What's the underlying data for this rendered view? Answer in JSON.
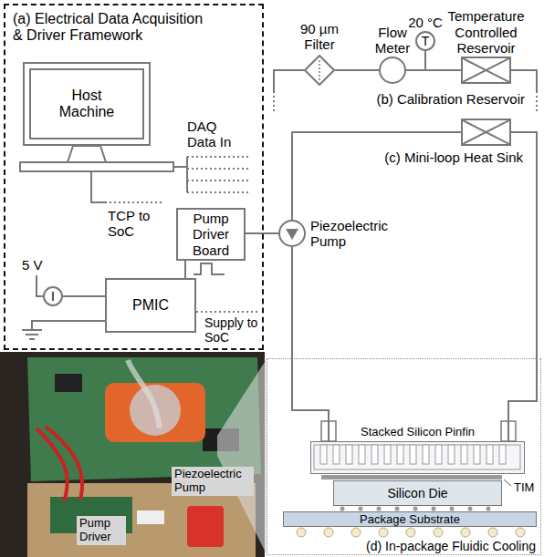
{
  "diagram": {
    "nodes": [
      {
        "text": [
          "(a) Electrical Data Acquisition & Driver Framework"
        ]
      },
      {
        "text": [
          "Host Machine"
        ],
        "in": 0
      },
      {
        "text": [
          "Pump Driver Board"
        ],
        "in": 0
      },
      {
        "text": [
          "PMIC"
        ],
        "in": 0
      },
      {
        "text": [
          "I"
        ],
        "in": 0
      },
      {
        "text": [
          "90 µm Filter"
        ]
      },
      {
        "text": [
          "Flow Meter"
        ]
      },
      {
        "text": [
          "T",
          "20 °C"
        ]
      },
      {
        "text": [
          "Temperature Controlled Reservoir"
        ]
      },
      {
        "text": [
          "(c) Mini-loop Heat Sink"
        ]
      },
      {
        "text": [
          "Piezoelectric Pump"
        ]
      },
      {
        "text": [
          "(d) In-package Fluidic Cooling"
        ]
      },
      {
        "text": [
          "Stacked Silicon Pinfin"
        ],
        "in": 11
      },
      {
        "text": [
          "Silicon Die"
        ],
        "in": 11
      },
      {
        "text": [
          "Package Substrate"
        ],
        "in": 11
      }
    ],
    "edges": [
      {
        "from": 5,
        "to": 6,
        "arrow": "none"
      },
      {
        "from": 6,
        "to": 8,
        "arrow": "none"
      },
      {
        "from": 4,
        "to": 3,
        "arrow": "none"
      },
      {
        "from": 3,
        "to": 2,
        "arrow": "none"
      },
      {
        "from": 2,
        "to": 10,
        "arrow": "none"
      },
      {
        "from": 10,
        "to": 12,
        "arrow": "none"
      },
      {
        "from": 12,
        "to": 9,
        "arrow": "none"
      },
      {
        "from": 9,
        "to": 10,
        "arrow": "none"
      }
    ],
    "labels": [
      "DAQ Data In",
      "TCP to SoC",
      "5 V",
      "Supply to SoC",
      "(b) Calibration Reservoir",
      "TIM",
      "Piezoelectric Pump",
      "Pump Driver"
    ]
  }
}
